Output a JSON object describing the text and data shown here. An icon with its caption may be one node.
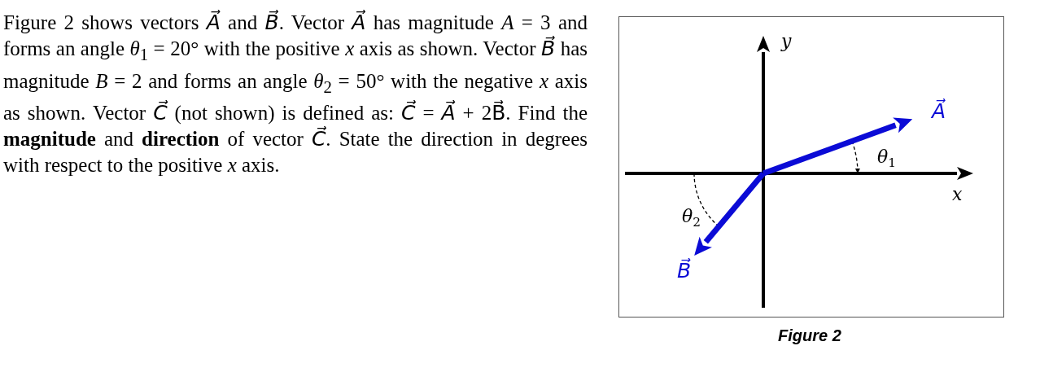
{
  "diagram": {
    "caption": "Figure 2",
    "labels": [
      "Figure 2 shows vectors *A⃗* and *B⃗*. Vector *A⃗* has magnitude *A* = 3 and forms an angle *θ*$_{1}$ = 20° with the positive *x* axis as shown. Vector *B⃗* has magnitude *B* = 2 and forms an angle *θ*$_{2}$ = 50° with the negative *x* axis as shown. Vector *C⃗* (not shown) is defined as: *C⃗* = *A⃗* + 2B⃗. Find the **magnitude** and **direction** of vector *C⃗*. State the direction in degrees with respect to the positive *x* axis.",
      "y",
      "A⃗",
      "θ$_{1}$",
      "x",
      "θ$_{2}$",
      "B⃗"
    ]
  }
}
